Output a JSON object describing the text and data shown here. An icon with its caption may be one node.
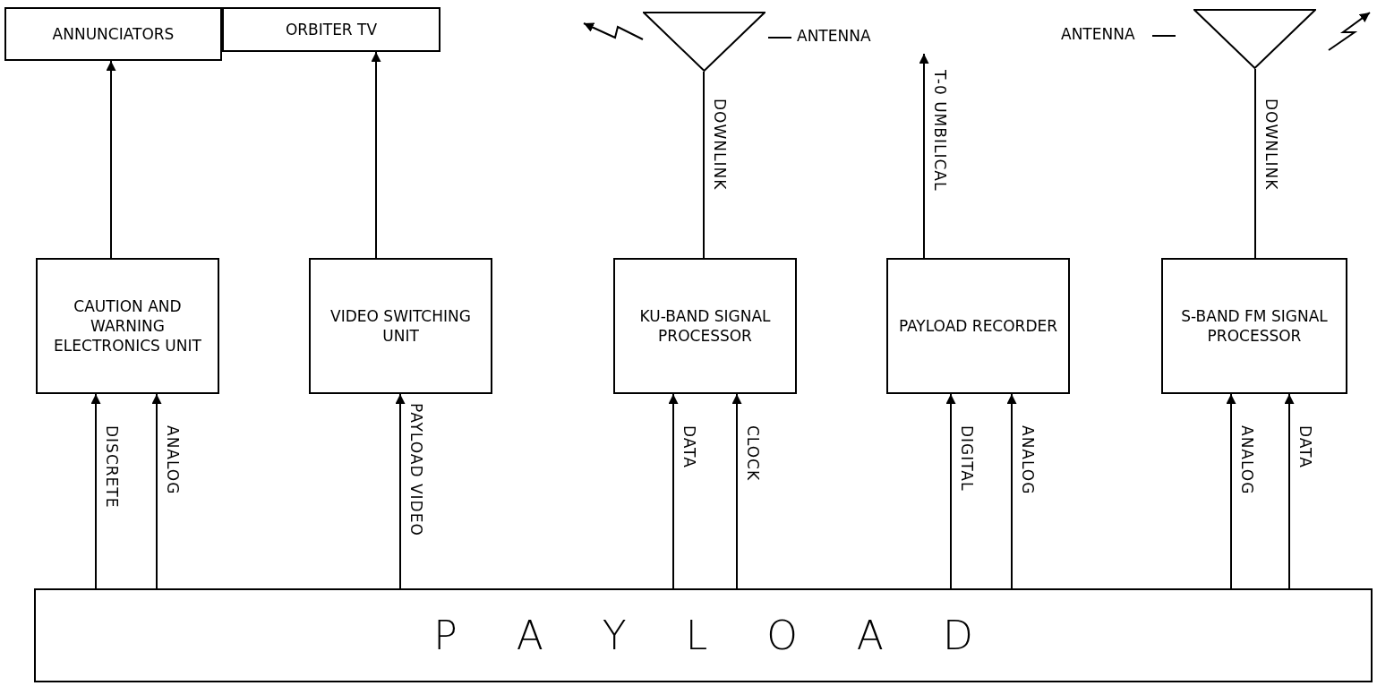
{
  "diagram": {
    "nodes": [
      {
        "text": [
          "ANNUNCIATORS"
        ]
      },
      {
        "text": [
          "ORBITER TV"
        ]
      },
      {
        "text": [],
        "shape": "antenna",
        "beside": [
          "ANTENNA"
        ]
      },
      {
        "text": [],
        "shape": "antenna",
        "beside": [
          "ANTENNA"
        ]
      },
      {
        "text": [
          "CAUTION AND WARNING ELECTRONICS UNIT"
        ]
      },
      {
        "text": [
          "VIDEO SWITCHING UNIT"
        ]
      },
      {
        "text": [
          "KU-BAND SIGNAL PROCESSOR"
        ]
      },
      {
        "text": [
          "PAYLOAD RECORDER"
        ]
      },
      {
        "text": [
          "S-BAND FM SIGNAL PROCESSOR"
        ]
      },
      {
        "text": [
          "P A Y L O A D"
        ]
      }
    ],
    "edges": [
      {
        "from": 4,
        "to": 0,
        "arrow": "to"
      },
      {
        "from": 5,
        "to": 1,
        "arrow": "to"
      },
      {
        "from": 6,
        "to": 2,
        "arrow": "none",
        "label": "DOWNLINK"
      },
      {
        "from": 7,
        "to": null,
        "arrow": "to",
        "label": "T-0 UMBILICAL"
      },
      {
        "from": 8,
        "to": 3,
        "arrow": "none",
        "label": "DOWNLINK"
      },
      {
        "from": 9,
        "to": 4,
        "arrow": "to",
        "label": "DISCRETE"
      },
      {
        "from": 9,
        "to": 4,
        "arrow": "to",
        "label": "ANALOG"
      },
      {
        "from": 9,
        "to": 5,
        "arrow": "to",
        "label": "PAYLOAD VIDEO"
      },
      {
        "from": 9,
        "to": 6,
        "arrow": "to",
        "label": "DATA"
      },
      {
        "from": 9,
        "to": 6,
        "arrow": "to",
        "label": "CLOCK"
      },
      {
        "from": 9,
        "to": 7,
        "arrow": "to",
        "label": "DIGITAL"
      },
      {
        "from": 9,
        "to": 7,
        "arrow": "to",
        "label": "ANALOG"
      },
      {
        "from": 9,
        "to": 8,
        "arrow": "to",
        "label": "ANALOG"
      },
      {
        "from": 9,
        "to": 8,
        "arrow": "to",
        "label": "DATA"
      }
    ]
  }
}
